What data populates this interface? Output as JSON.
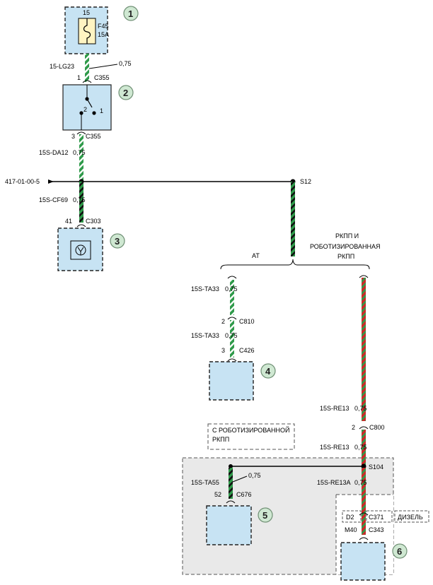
{
  "fuse": {
    "id": "F45",
    "rating": "15A",
    "circuit": "15"
  },
  "callouts": [
    "1",
    "2",
    "3",
    "4",
    "5",
    "6"
  ],
  "wires": {
    "w1": {
      "name": "15-LG23",
      "gauge": "0,75"
    },
    "w2": {
      "name": "15S-DA12",
      "gauge": "0,75"
    },
    "w3": {
      "name": "15S-CF69",
      "gauge": "0,75"
    },
    "w4a": {
      "name": "15S-TA33",
      "gauge": "0,75"
    },
    "w4b": {
      "name": "15S-TA33",
      "gauge": "0,75"
    },
    "w5": {
      "name": "15S-RE13",
      "gauge": "0,75"
    },
    "w5b": {
      "name": "15S-RE13",
      "gauge": "0,75"
    },
    "w6": {
      "name": "15S-TA55",
      "gauge": "0,75"
    },
    "w7": {
      "name": "15S-RE13A",
      "gauge": "0,75"
    }
  },
  "connectors": {
    "c355_top": {
      "pin": "1",
      "name": "C355"
    },
    "c355_bot": {
      "pin": "3",
      "name": "C355"
    },
    "c303": {
      "pin": "41",
      "name": "C303"
    },
    "c810": {
      "pin": "2",
      "name": "C810"
    },
    "c426": {
      "pin": "3",
      "name": "C426"
    },
    "c800": {
      "pin": "2",
      "name": "C800"
    },
    "c676": {
      "pin": "52",
      "name": "C676"
    },
    "c371": {
      "pin": "D2",
      "name": "C371"
    },
    "c343": {
      "pin": "M40",
      "name": "C343"
    }
  },
  "switch": {
    "pin_left": "2",
    "pin_right": "1"
  },
  "reference": "417-01-00-5",
  "splices": {
    "s12": "S12",
    "s104": "S104"
  },
  "branch": {
    "at_label": "AT",
    "manual_label_l1": "РКПП И",
    "manual_label_l2": "РОБОТИЗИРОВАННАЯ",
    "manual_label_l3": "РКПП"
  },
  "notes": {
    "robot_l1": "С РОБОТИЗИРОВАННОЙ",
    "robot_l2": "РКПП",
    "diesel": "ДИЗЕЛЬ"
  },
  "colors": {
    "box_fill": "#c7e3f3",
    "callout_fill": "#cfe8d2",
    "wire_green": "#2f9a4a",
    "wire_red": "#cc2a2a",
    "wire_black": "#111111",
    "option_area": "#e9e9e9"
  }
}
